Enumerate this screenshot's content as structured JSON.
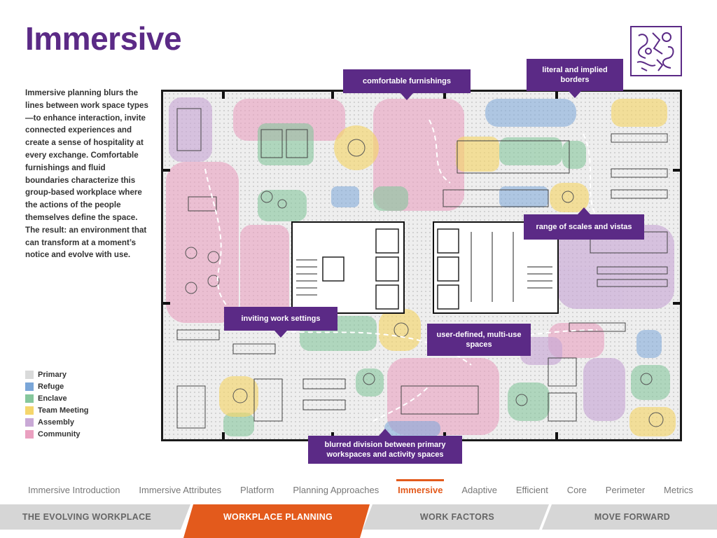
{
  "page": {
    "title": "Immersive",
    "intro": "Immersive planning blurs the lines between work space types—to enhance interaction, invite connected experiences and create a sense of hospitality at every exchange. Comfortable furnishings and fluid boundaries characterize this group-based workplace where the actions of the people themselves define the space. The result: an environment that can transform at a moment’s notice and evolve with use."
  },
  "logo": {
    "icon": "immersive-pattern-icon"
  },
  "legend": [
    {
      "label": "Primary",
      "color": "#d9dada"
    },
    {
      "label": "Refuge",
      "color": "#7aa6d8"
    },
    {
      "label": "Enclave",
      "color": "#86c79c"
    },
    {
      "label": "Team Meeting",
      "color": "#f5d66c"
    },
    {
      "label": "Assembly",
      "color": "#c9a9d6"
    },
    {
      "label": "Community",
      "color": "#eaa0c0"
    }
  ],
  "callouts": {
    "comfortable": "comfortable furnishings",
    "borders": "literal and implied borders",
    "scales": "range of scales and vistas",
    "inviting": "inviting work settings",
    "userdefined": "user-defined, multi-use spaces",
    "blurred": "blurred division between primary workspaces and activity spaces"
  },
  "subnav": [
    "Immersive Introduction",
    "Immersive Attributes",
    "Platform",
    "Planning Approaches",
    "Immersive",
    "Adaptive",
    "Efficient",
    "Core",
    "Perimeter",
    "Metrics"
  ],
  "subnav_active": "Immersive",
  "mainnav": [
    "THE EVOLVING WORKPLACE",
    "WORKPLACE PLANNING",
    "WORK FACTORS",
    "MOVE FORWARD"
  ],
  "mainnav_active": "WORKPLACE PLANNING",
  "colors": {
    "brand_purple": "#5b2a86",
    "accent_orange": "#e35a1c",
    "nav_gray": "#d6d6d6"
  }
}
